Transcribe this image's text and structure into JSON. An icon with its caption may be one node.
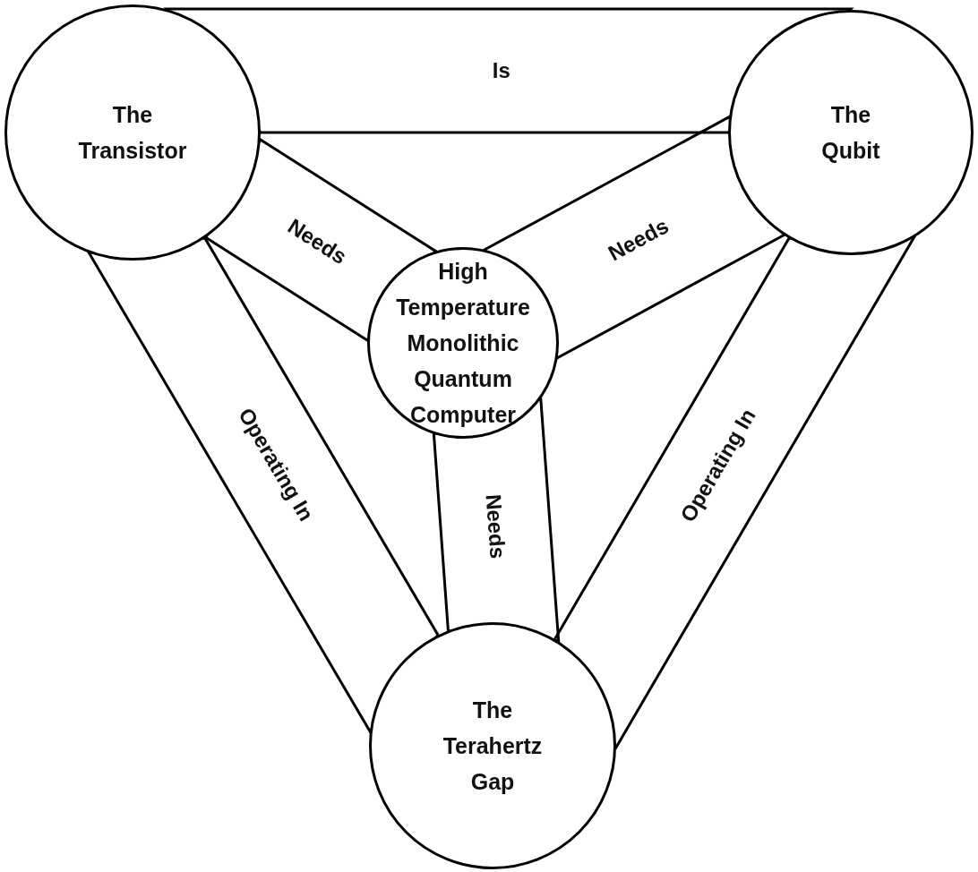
{
  "diagram": {
    "nodes": [
      {
        "text": [
          "The Transistor"
        ]
      },
      {
        "text": [
          "The Qubit"
        ]
      },
      {
        "text": [
          "High Temperature Monolithic Quantum Computer"
        ]
      },
      {
        "text": [
          "The Terahertz Gap"
        ]
      }
    ],
    "edges": [
      {
        "from": 0,
        "to": 1,
        "arrow": "none",
        "label": "Is"
      },
      {
        "from": 0,
        "to": 2,
        "arrow": "none",
        "label": "Needs"
      },
      {
        "from": 1,
        "to": 2,
        "arrow": "none",
        "label": "Needs"
      },
      {
        "from": 2,
        "to": 3,
        "arrow": "none",
        "label": "Needs"
      },
      {
        "from": 0,
        "to": 3,
        "arrow": "none",
        "label": "Operating In"
      },
      {
        "from": 1,
        "to": 3,
        "arrow": "none",
        "label": "Operating In"
      }
    ]
  }
}
